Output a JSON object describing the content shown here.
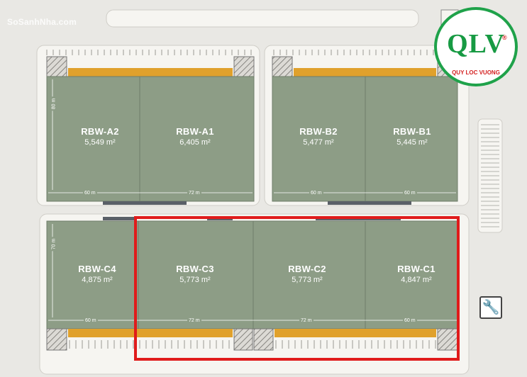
{
  "watermark": "SoSanhNha.com",
  "logo": {
    "text": "QLV",
    "subtitle": "QUY LOC VUONG",
    "reg": "®"
  },
  "units": [
    {
      "id": "A2",
      "name": "RBW-A2",
      "area": "5,549 m²"
    },
    {
      "id": "A1",
      "name": "RBW-A1",
      "area": "6,405 m²"
    },
    {
      "id": "B2",
      "name": "RBW-B2",
      "area": "5,477 m²"
    },
    {
      "id": "B1",
      "name": "RBW-B1",
      "area": "5,445 m²"
    },
    {
      "id": "C4",
      "name": "RBW-C4",
      "area": "4,875 m²"
    },
    {
      "id": "C3",
      "name": "RBW-C3",
      "area": "5,773 m²"
    },
    {
      "id": "C2",
      "name": "RBW-C2",
      "area": "5,773 m²"
    },
    {
      "id": "C1",
      "name": "RBW-C1",
      "area": "4,847 m²"
    }
  ],
  "dimensions": {
    "a_depth": "80 m",
    "a2_width": "60 m",
    "a1_width": "72 m",
    "b2_width": "60 m",
    "b1_width": "60 m",
    "c_depth": "70 m",
    "c4_width": "60 m",
    "c3_width": "72 m",
    "c2_width": "72 m",
    "c1_width": "60 m"
  },
  "highlight_color": "#e01b1b",
  "colors": {
    "warehouse": "#8d9d86",
    "loading_dock": "#e0a12c",
    "road": "#f6f5f1"
  }
}
